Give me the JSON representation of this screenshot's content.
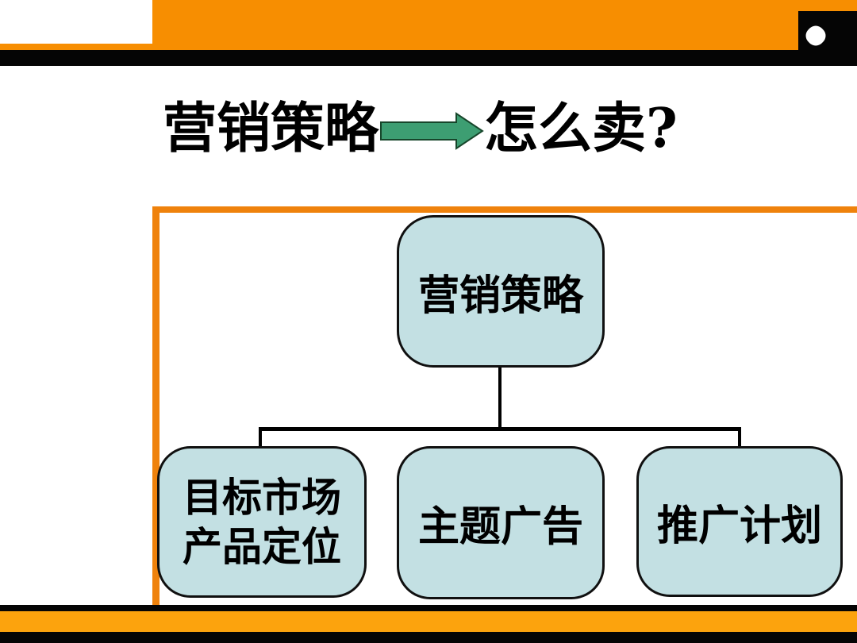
{
  "title": {
    "left": "营销策略",
    "right": "怎么卖?"
  },
  "diagram": {
    "root": {
      "label": "营销策略"
    },
    "children": [
      {
        "lines": [
          "目标市场",
          "产品定位"
        ]
      },
      {
        "lines": [
          "主题广告"
        ]
      },
      {
        "lines": [
          "推广计划"
        ]
      }
    ]
  },
  "icons": {
    "title_arrow": "right-arrow",
    "corner_dot": "white-dot"
  },
  "colors": {
    "band_orange": "#F78E01",
    "frame_orange": "#EF820C",
    "bottom_orange": "#FCA30D",
    "bar_black": "#050505",
    "box_fill": "#C3E0E3",
    "box_border": "#101010",
    "arrow_green": "#3D9E72",
    "arrow_outline": "#17462B"
  }
}
